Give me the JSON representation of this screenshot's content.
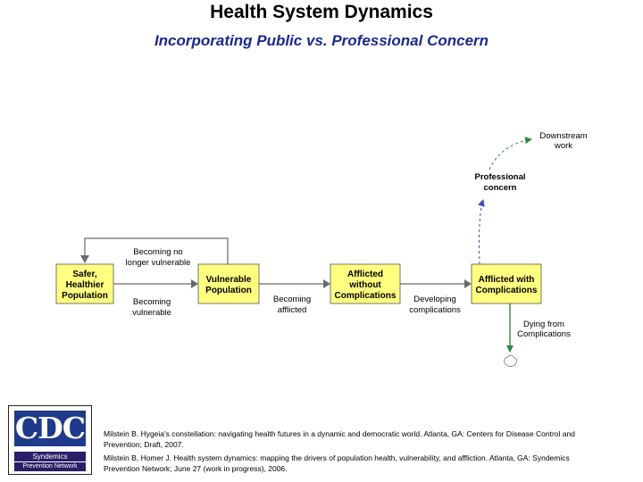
{
  "header": {
    "title": "Health System Dynamics",
    "subtitle": "Incorporating Public vs. Professional Concern"
  },
  "diagram": {
    "stocks": {
      "safer": [
        "Safer,",
        "Healthier",
        "Population"
      ],
      "vulnerable": [
        "Vulnerable",
        "Population"
      ],
      "afflicted_without": [
        "Afflicted",
        "without",
        "Complications"
      ],
      "afflicted_with": [
        "Afflicted with",
        "Complications"
      ]
    },
    "flows": {
      "becoming_no_longer_vulnerable": [
        "Becoming no",
        "longer vulnerable"
      ],
      "becoming_vulnerable": [
        "Becoming",
        "vulnerable"
      ],
      "becoming_afflicted": [
        "Becoming",
        "afflicted"
      ],
      "developing_complications": [
        "Developing",
        "complications"
      ],
      "dying_from_complications": [
        "Dying from",
        "Complications"
      ]
    },
    "professional_concern": [
      "Professional",
      "concern"
    ],
    "downstream_work": [
      "Downstream",
      "work"
    ]
  },
  "logo": {
    "cdc": "CDC",
    "syndemics": "Syndemics",
    "network": "Prevention Network"
  },
  "references": [
    "Milstein B. Hygeia's constellation: navigating health futures in a dynamic and democratic world. Atlanta, GA: Centers for Disease Control and Prevention; Draft, 2007.",
    "Milstein B, Homer J. Health system dynamics: mapping the drivers of population health, vulnerability, and affliction. Atlanta, GA: Syndemics Prevention Network; June 27 (work in progress), 2006."
  ],
  "colors": {
    "stock_fill": "#ffff80",
    "subtitle": "#1a2a8c",
    "arrow_green": "#2e8b3a",
    "arrow_blue": "#3a4fbf",
    "logo_blue": "#1f3a8a"
  }
}
